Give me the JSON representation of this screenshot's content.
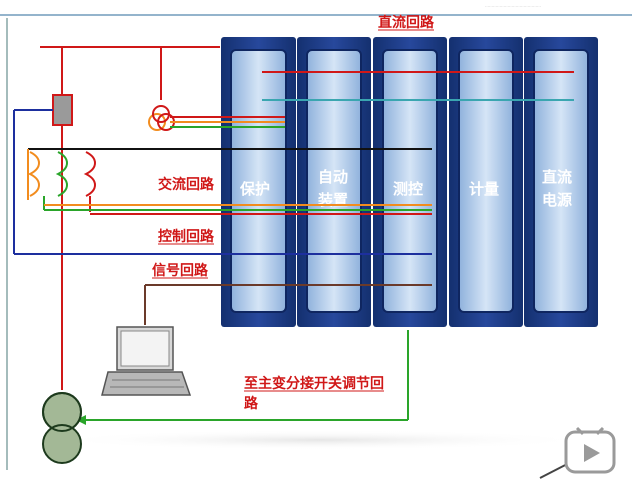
{
  "header": {
    "title": "直流回路",
    "small_note": "……………………………………"
  },
  "cabinets": [
    {
      "id": "protect",
      "lines": [
        "保护"
      ]
    },
    {
      "id": "auto",
      "lines": [
        "自动",
        "装置"
      ]
    },
    {
      "id": "measure",
      "lines": [
        "测控"
      ]
    },
    {
      "id": "metering",
      "lines": [
        "计量"
      ]
    },
    {
      "id": "dc",
      "lines": [
        "直流",
        "电源"
      ]
    }
  ],
  "labels": {
    "ac_circuit": "交流回路",
    "control_circuit": "控制回路",
    "signal_circuit": "信号回路",
    "tap_changer_line1": "至主变分接开关调节回",
    "tap_changer_line2": "路"
  },
  "colors": {
    "cabinet_fill": "#1c3a8c",
    "cabinet_inner": "#c8daf0",
    "red": "#d01818",
    "green": "#2aa52a",
    "orange": "#f28c1e",
    "blue": "#1d2f9e",
    "black": "#111111",
    "teal": "#3aa6b0",
    "brown": "#6b3a2a",
    "transformer_fill": "#a3b896"
  },
  "icons": {
    "laptop": "laptop-icon",
    "player": "video-player-icon"
  }
}
